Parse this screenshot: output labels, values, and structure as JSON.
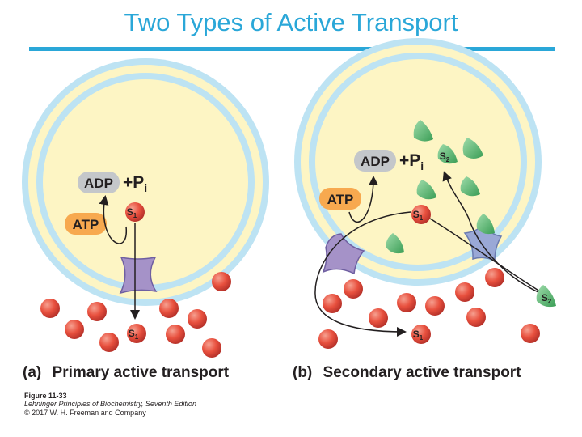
{
  "slide": {
    "title": "Two Types of Active Transport"
  },
  "panel_a": {
    "adp": "ADP",
    "plus_pi": "+P",
    "pi_sub": "i",
    "atp": "ATP",
    "s1_inside": "S",
    "s1_inside_sub": "1",
    "s1_outside": "S",
    "s1_outside_sub": "1",
    "caption_letter": "(a)",
    "caption_text": "Primary active transport"
  },
  "panel_b": {
    "adp": "ADP",
    "plus_pi": "+P",
    "pi_sub": "i",
    "atp": "ATP",
    "s2_inside": "S",
    "s2_inside_sub": "2",
    "s1_inside": "S",
    "s1_inside_sub": "1",
    "s2_outside": "S",
    "s2_outside_sub": "2",
    "s1_outside": "S",
    "s1_outside_sub": "1",
    "caption_letter": "(b)",
    "caption_text": "Secondary active transport"
  },
  "credit": {
    "figure_number": "Figure 11-33",
    "book": "Lehninger Principles of Biochemistry, Seventh Edition",
    "copyright": "© 2017 W. H. Freeman and Company"
  },
  "colors": {
    "title": "#2aa7d8",
    "membrane_outer": "#bde3f3",
    "membrane_inner": "#fdf5c4",
    "ion": "#e8503e",
    "substrate_s2": "#4fb86a",
    "transporter_a": "#a592c8",
    "transporter_b": "#9aa8d6",
    "atp_pill": "#f7a94f",
    "adp_pill": "#c4c7ca"
  }
}
